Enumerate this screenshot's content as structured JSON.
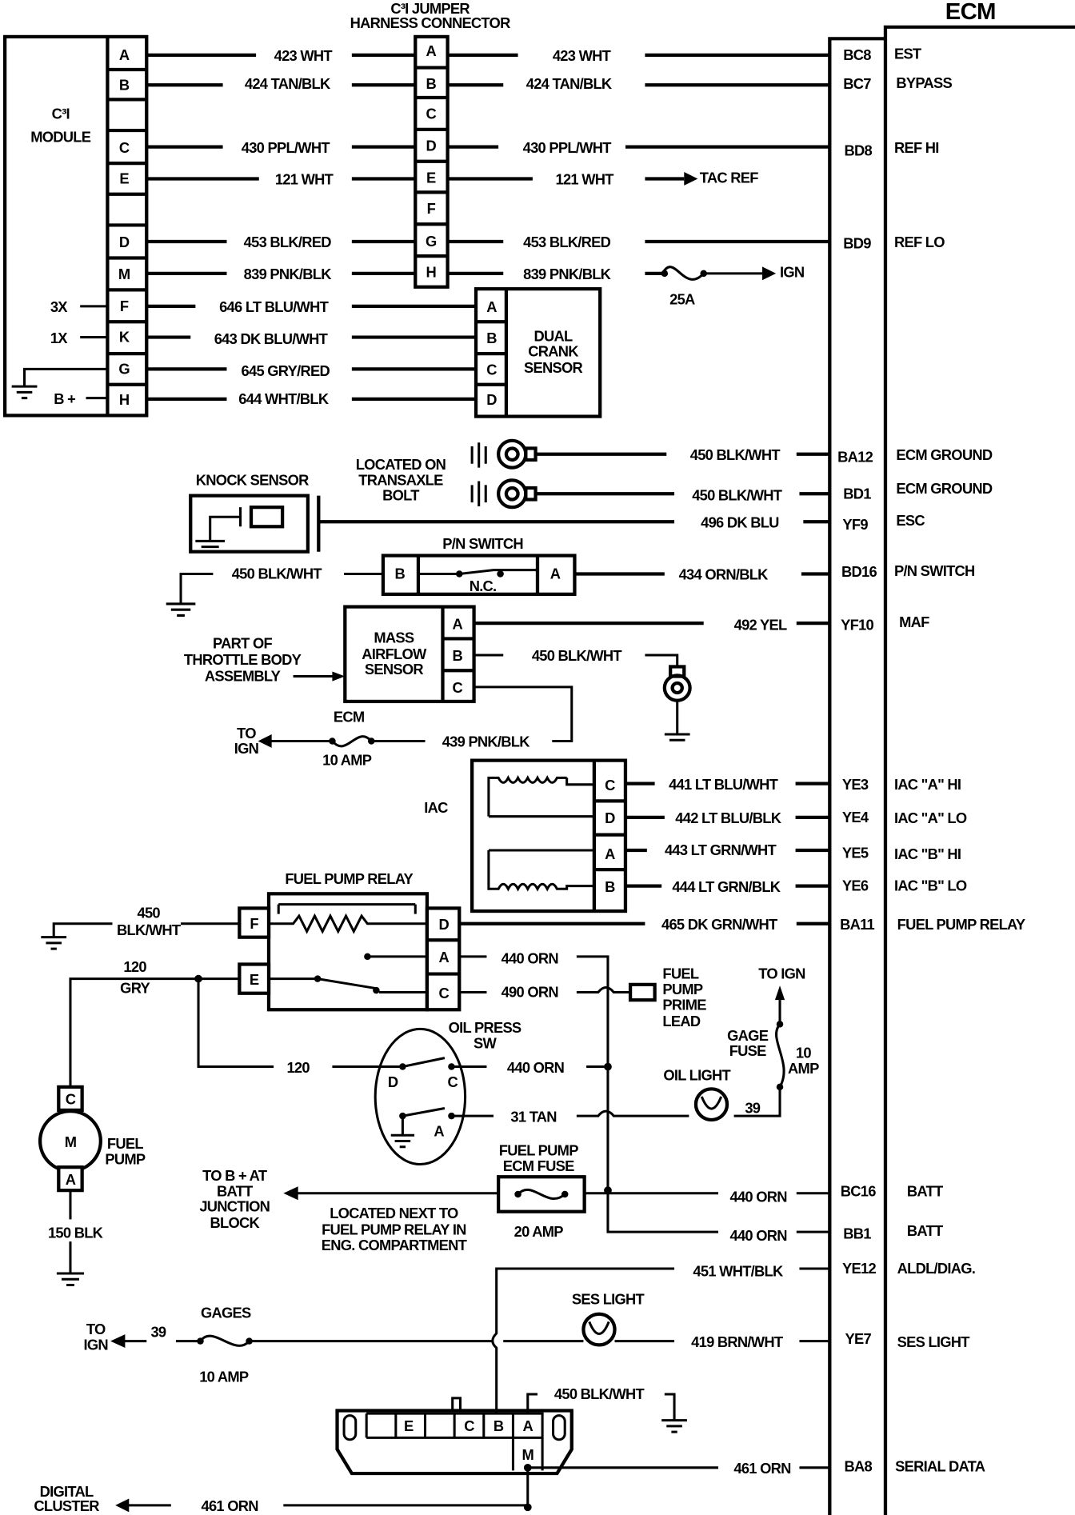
{
  "jumper": {
    "title1": "C³I JUMPER",
    "title2": "HARNESS CONNECTOR",
    "pins": [
      "A",
      "B",
      "C",
      "D",
      "E",
      "F",
      "G",
      "H"
    ]
  },
  "ecm": {
    "title": "ECM"
  },
  "module": {
    "title1": "C³I",
    "title2": "MODULE",
    "pins": [
      "A",
      "B",
      "",
      "C",
      "E",
      "",
      "D",
      "M",
      "F",
      "K",
      "G",
      "H"
    ],
    "x3": "3X",
    "x1": "1X",
    "bplus": "B +"
  },
  "wires_left": [
    "423 WHT",
    "424 TAN/BLK",
    "430 PPL/WHT",
    "121 WHT",
    "453 BLK/RED",
    "839 PNK/BLK",
    "646 LT BLU/WHT",
    "643 DK BLU/WHT",
    "645 GRY/RED",
    "644 WHT/BLK"
  ],
  "wires_right": [
    "423 WHT",
    "424 TAN/BLK",
    "430 PPL/WHT",
    "121 WHT",
    "453 BLK/RED",
    "839 PNK/BLK"
  ],
  "tac_ref": "TAC REF",
  "ign": "IGN",
  "fuse_25a": "25A",
  "crank": {
    "l1": "DUAL",
    "l2": "CRANK",
    "l3": "SENSOR",
    "pins": [
      "A",
      "B",
      "C",
      "D"
    ]
  },
  "ecm_pins": [
    {
      "pin": "BC8",
      "func": "EST"
    },
    {
      "pin": "BC7",
      "func": "BYPASS"
    },
    {
      "pin": "BD8",
      "func": "REF HI"
    },
    {
      "pin": "BD9",
      "func": "REF LO"
    },
    {
      "pin": "BA12",
      "func": "ECM GROUND",
      "wire": "450 BLK/WHT"
    },
    {
      "pin": "BD1",
      "func": "ECM GROUND",
      "wire": "450 BLK/WHT"
    },
    {
      "pin": "YF9",
      "func": "ESC",
      "wire": "496 DK BLU"
    },
    {
      "pin": "BD16",
      "func": "P/N SWITCH",
      "wire": "434 ORN/BLK"
    },
    {
      "pin": "YF10",
      "func": "MAF",
      "wire": "492 YEL"
    },
    {
      "pin": "YE3",
      "func": "IAC \"A\" HI",
      "wire": "441 LT BLU/WHT"
    },
    {
      "pin": "YE4",
      "func": "IAC \"A\" LO",
      "wire": "442 LT BLU/BLK"
    },
    {
      "pin": "YE5",
      "func": "IAC \"B\" HI",
      "wire": "443  LT GRN/WHT"
    },
    {
      "pin": "YE6",
      "func": "IAC \"B\" LO",
      "wire": "444 LT GRN/BLK"
    },
    {
      "pin": "BA11",
      "func": "FUEL PUMP  RELAY",
      "wire": "465 DK GRN/WHT"
    },
    {
      "pin": "BC16",
      "func": "BATT",
      "wire": "440 ORN"
    },
    {
      "pin": "BB1",
      "func": "BATT",
      "wire": "440 ORN"
    },
    {
      "pin": "YE12",
      "func": "ALDL/DIAG.",
      "wire": "451 WHT/BLK"
    },
    {
      "pin": "YE7",
      "func": "SES LIGHT",
      "wire": "419 BRN/WHT"
    },
    {
      "pin": "BA8",
      "func": "SERIAL DATA",
      "wire": "461 ORN"
    }
  ],
  "transaxle": {
    "l1": "LOCATED ON",
    "l2": "TRANSAXLE",
    "l3": "BOLT"
  },
  "knock": {
    "title": "KNOCK SENSOR"
  },
  "pn": {
    "title": "P/N SWITCH",
    "b": "B",
    "a": "A",
    "nc": "N.C.",
    "ground_wire": "450 BLK/WHT"
  },
  "maf": {
    "l1": "MASS",
    "l2": "AIRFLOW",
    "l3": "SENSOR",
    "pins": [
      "A",
      "B",
      "C"
    ],
    "part1": "PART OF",
    "part2": "THROTTLE BODY",
    "part3": "ASSEMBLY",
    "b_wire": "450 BLK/WHT",
    "c_wire": "439 PNK/BLK",
    "fuse_top": "ECM",
    "fuse_bottom": "10 AMP",
    "to": "TO",
    "ign": "IGN"
  },
  "iac": {
    "title": "IAC",
    "pins": [
      "C",
      "D",
      "A",
      "B"
    ]
  },
  "relay": {
    "title": "FUEL PUMP  RELAY",
    "pins_left": [
      "F",
      "E"
    ],
    "pins_right": [
      "D",
      "A",
      "C"
    ],
    "w450a": "450",
    "w450b": "BLK/WHT",
    "w120a": "120",
    "w120b": "GRY",
    "wa": "440 ORN",
    "wc": "490 ORN"
  },
  "prime": {
    "l1": "FUEL",
    "l2": "PUMP",
    "l3": "PRIME",
    "l4": "LEAD"
  },
  "oil": {
    "title1": "OIL PRESS",
    "title2": "SW",
    "d": "D",
    "c": "C",
    "a": "A",
    "w120": "120",
    "w440": "440  ORN",
    "w31": "31 TAN",
    "light": "OIL LIGHT",
    "w39": "39",
    "gage1": "GAGE",
    "gage2": "FUSE",
    "amp1": "10",
    "amp2": "AMP",
    "to_ign": "TO IGN"
  },
  "pump": {
    "c": "C",
    "m": "M",
    "a": "A",
    "l1": "FUEL",
    "l2": "PUMP",
    "w150": "150 BLK"
  },
  "ecm_fuse": {
    "l1": "FUEL PUMP",
    "l2": "ECM FUSE",
    "amp": "20 AMP",
    "to1": "TO B + AT",
    "to2": "BATT",
    "to3": "JUNCTION",
    "to4": "BLOCK",
    "loc1": "LOCATED NEXT TO",
    "loc2": "FUEL PUMP  RELAY IN",
    "loc3": "ENG. COMPARTMENT"
  },
  "ses": {
    "title": "SES LIGHT",
    "gages": "GAGES",
    "amp": "10 AMP",
    "w39": "39",
    "to": "TO",
    "ign": "IGN"
  },
  "aldl": {
    "cells": [
      "E",
      "C",
      "B",
      "A",
      "M"
    ],
    "w450": "450 BLK/WHT"
  },
  "cluster": {
    "l1": "DIGITAL",
    "l2": "CLUSTER",
    "wire": "461 ORN"
  }
}
